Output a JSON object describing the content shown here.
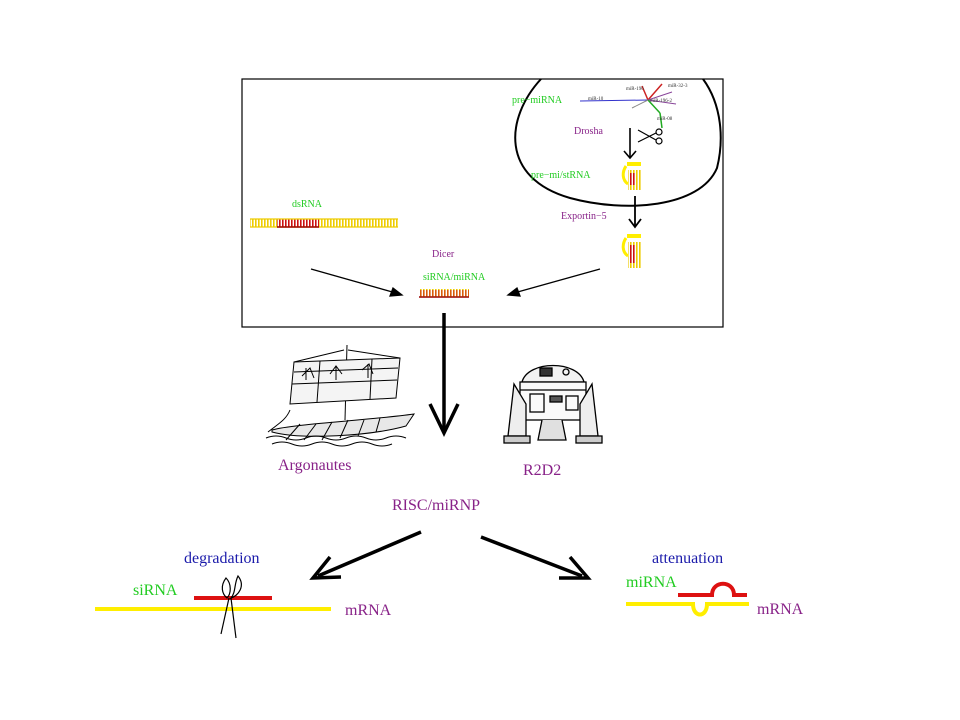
{
  "labels": {
    "pre_mirna": "pre−miRNA",
    "drosha": "Drosha",
    "pre_mi_stRNA": "pre−mi/stRNA",
    "exportin5": "Exportin−5",
    "dsrna": "dsRNA",
    "dicer": "Dicer",
    "sirna_mirna": "siRNA/miRNA",
    "argonautes": "Argonautes",
    "r2d2": "R2D2",
    "risc": "RISC/miRNP",
    "degradation": "degradation",
    "sirna": "siRNA",
    "mrna_left": "mRNA",
    "attenuation": "attenuation",
    "mirna": "miRNA",
    "mrna_right": "mRNA"
  },
  "colors": {
    "green": "#22cc22",
    "purple": "#882288",
    "blue": "#1a1aaa",
    "yellow": "#ffee00",
    "red": "#dd1111",
    "dark_red": "#990000",
    "black": "#000000"
  },
  "icons": {
    "ship": "argonaut-ship-icon",
    "robot": "r2d2-robot-icon",
    "scissors": "scissors-icon"
  }
}
